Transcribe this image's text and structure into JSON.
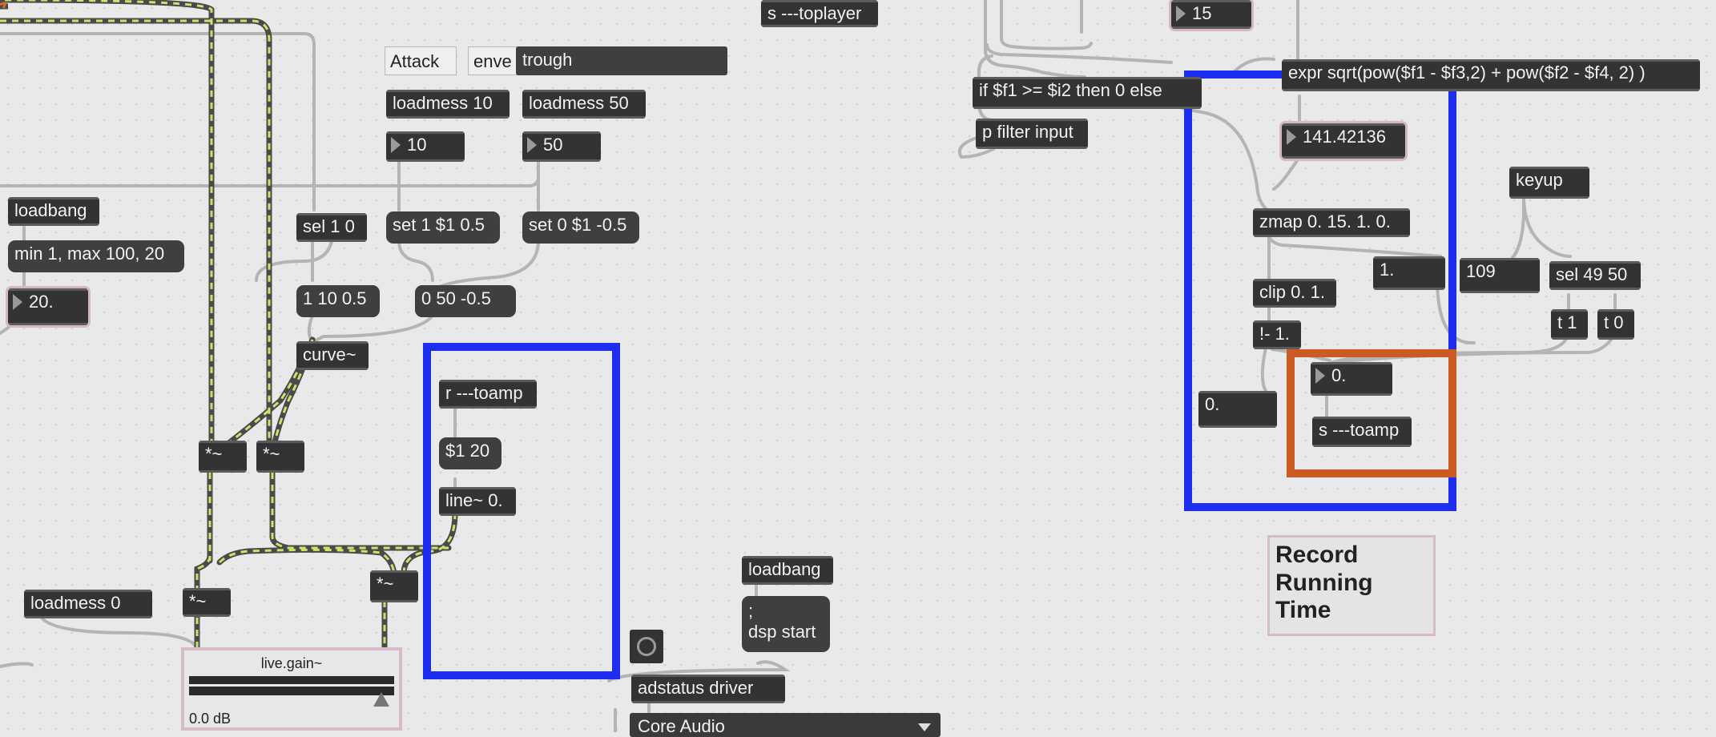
{
  "objects": {
    "s_toplayer": "s ---toplayer",
    "num_15": "15",
    "attack_comment": "Attack",
    "envelope_comment": "enve",
    "trough_msg": "trough",
    "loadmess_10": "loadmess 10",
    "loadmess_50": "loadmess 50",
    "num_10": "10",
    "num_50": "50",
    "loadbang_top": "loadbang",
    "min_max_msg": "min 1, max 100, 20",
    "num_20": "20.",
    "sel_1_0": "sel 1 0",
    "set_1_msg": "set 1 $1 0.5",
    "set_0_msg": "set 0 $1 -0.5",
    "msg_1_10": "1 10 0.5",
    "msg_0_50": "0 50 -0.5",
    "curve": "curve~",
    "times_a": "*~",
    "times_b": "*~",
    "times_c": "*~",
    "times_d": "*~",
    "r_toamp": "r ---toamp",
    "msg_20": "$1 20",
    "line": "line~ 0.",
    "loadmess_0": "loadmess 0",
    "loadbang_dsp": "loadbang",
    "dsp_start_msg_line1": ";",
    "dsp_start_msg_line2": "dsp start",
    "adstatus": "adstatus driver",
    "core_audio": "Core Audio",
    "if_expr": "if $f1 >= $i2 then 0 else",
    "p_filter": "p filter input",
    "expr_text": "expr sqrt(pow($f1 - $f3,2) + pow($f2 - $f4, 2) )",
    "num_141": "141.42136",
    "zmap": "zmap 0. 15. 1. 0.",
    "clip": "clip 0. 1.",
    "not_minus": "!- 1.",
    "flo_1": "1.",
    "flo_0": "0.",
    "num_0": "0.",
    "s_toamp": "s ---toamp",
    "keyup": "keyup",
    "num_109": "109",
    "sel_49_50": "sel 49 50",
    "t_1": "t 1",
    "t_0": "t 0"
  },
  "livegain": {
    "title": "live.gain~",
    "db": "0.0 dB"
  },
  "comment_record": {
    "line1": "Record",
    "line2": "Running",
    "line3": "Time"
  },
  "colors": {
    "highlight_blue": "#1e2ef0",
    "highlight_orange": "#cc5a24"
  }
}
